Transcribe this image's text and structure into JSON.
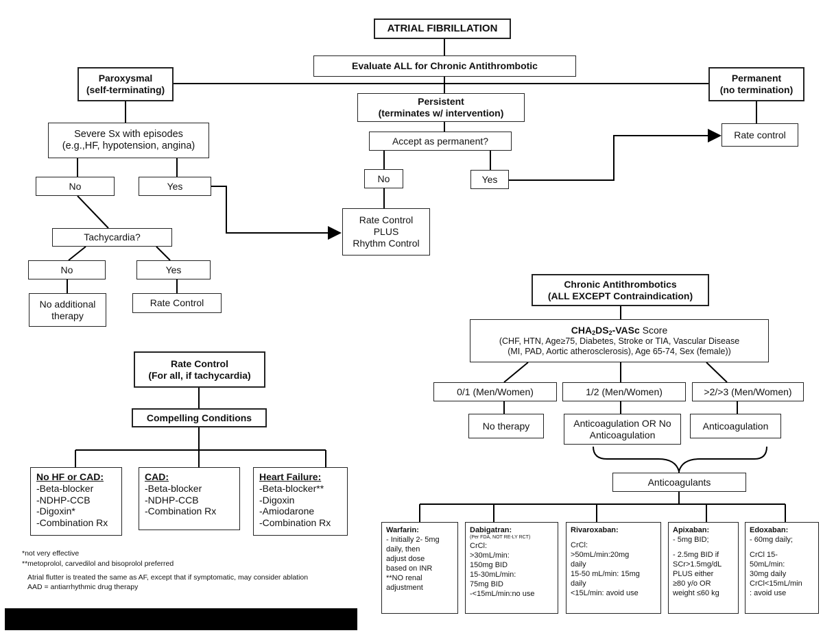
{
  "title": "ATRIAL FIBRILLATION",
  "evaluate": "Evaluate ALL for Chronic Antithrombotic",
  "paroxysmal": {
    "l1": "Paroxysmal",
    "l2": "(self-terminating)"
  },
  "persistent": {
    "l1": "Persistent",
    "l2": "(terminates w/ intervention)"
  },
  "permanent": {
    "l1": "Permanent",
    "l2": "(no termination)"
  },
  "severe": {
    "l1": "Severe Sx with episodes",
    "l2": "(e.g.,HF, hypotension, angina)"
  },
  "no1": "No",
  "yes1": "Yes",
  "tachy": "Tachycardia?",
  "no2": "No",
  "yes2": "Yes",
  "no_additional": {
    "l1": "No additional",
    "l2": "therapy"
  },
  "rate_control_box": "Rate Control",
  "accept": "Accept as permanent?",
  "no3": "No",
  "yes3": "Yes",
  "rate_rhythm": {
    "l1": "Rate Control",
    "l2": "PLUS",
    "l3": "Rhythm Control"
  },
  "rate_control_perm": "Rate control",
  "rc_all": {
    "l1": "Rate Control",
    "l2": "(For all, if tachycardia)"
  },
  "compelling": "Compelling Conditions",
  "no_hf": {
    "head": "No HF or CAD:",
    "items": [
      "-Beta-blocker",
      "-NDHP-CCB",
      "-Digoxin*",
      "-Combination Rx"
    ]
  },
  "cad": {
    "head": "CAD:",
    "items": [
      "-Beta-blocker",
      "-NDHP-CCB",
      "-Combination Rx"
    ]
  },
  "hf": {
    "head": "Heart Failure:",
    "items": [
      "-Beta-blocker**",
      "-Digoxin",
      "-Amiodarone",
      "-Combination Rx"
    ]
  },
  "notes": [
    "*not very effective",
    "**metoprolol, carvedilol and bisoprolol preferred",
    "Atrial flutter is treated the same as AF, except that if symptomatic, may consider ablation",
    "AAD = antiarrhythmic drug therapy"
  ],
  "chronic": {
    "l1": "Chronic Antithrombotics",
    "l2": "(ALL EXCEPT Contraindication)"
  },
  "cha": {
    "score": "Score",
    "l2": "(CHF, HTN, Age≥75, Diabetes, Stroke or TIA, Vascular Disease",
    "l3": "(MI, PAD, Aortic atherosclerosis), Age 65-74, Sex (female))"
  },
  "s01": "0/1 (Men/Women)",
  "s12": "1/2 (Men/Women)",
  "s23": ">2/>3 (Men/Women)",
  "no_therapy": "No therapy",
  "anticoag_or": {
    "l1": "Anticoagulation OR No",
    "l2": "Anticoagulation"
  },
  "anticoagulation": "Anticoagulation",
  "anticoagulants": "Anticoagulants",
  "warfarin": {
    "head": "Warfarin:",
    "items": [
      "- Initially 2- 5mg",
      "daily, then",
      "adjust dose",
      "based on INR",
      "**NO renal",
      "adjustment"
    ]
  },
  "dabigatran": {
    "head": "Dabigatran:",
    "sub": "(Per FDA, NOT RE-LY RCT)",
    "items": [
      "CrCl:",
      ">30mL/min:",
      "150mg BID",
      "15-30mL/min:",
      "75mg BID",
      "-<15mL/min:no use"
    ]
  },
  "rivaroxaban": {
    "head": "Rivaroxaban:",
    "items": [
      "",
      "CrCl:",
      ">50mL/min:20mg",
      "daily",
      "15-50 mL/min: 15mg",
      "daily",
      "<15L/min: avoid use"
    ]
  },
  "apixaban": {
    "head": "Apixaban:",
    "items": [
      "- 5mg BID;",
      "",
      "- 2.5mg BID if",
      "SCr>1.5mg/dL",
      "PLUS either",
      "≥80 y/o OR",
      "weight ≤60 kg"
    ]
  },
  "edoxaban": {
    "head": "Edoxaban:",
    "items": [
      "- 60mg daily;",
      "",
      "CrCl 15-",
      "50mL/min:",
      "30mg daily",
      "CrCl<15mL/min",
      ": avoid use"
    ]
  }
}
